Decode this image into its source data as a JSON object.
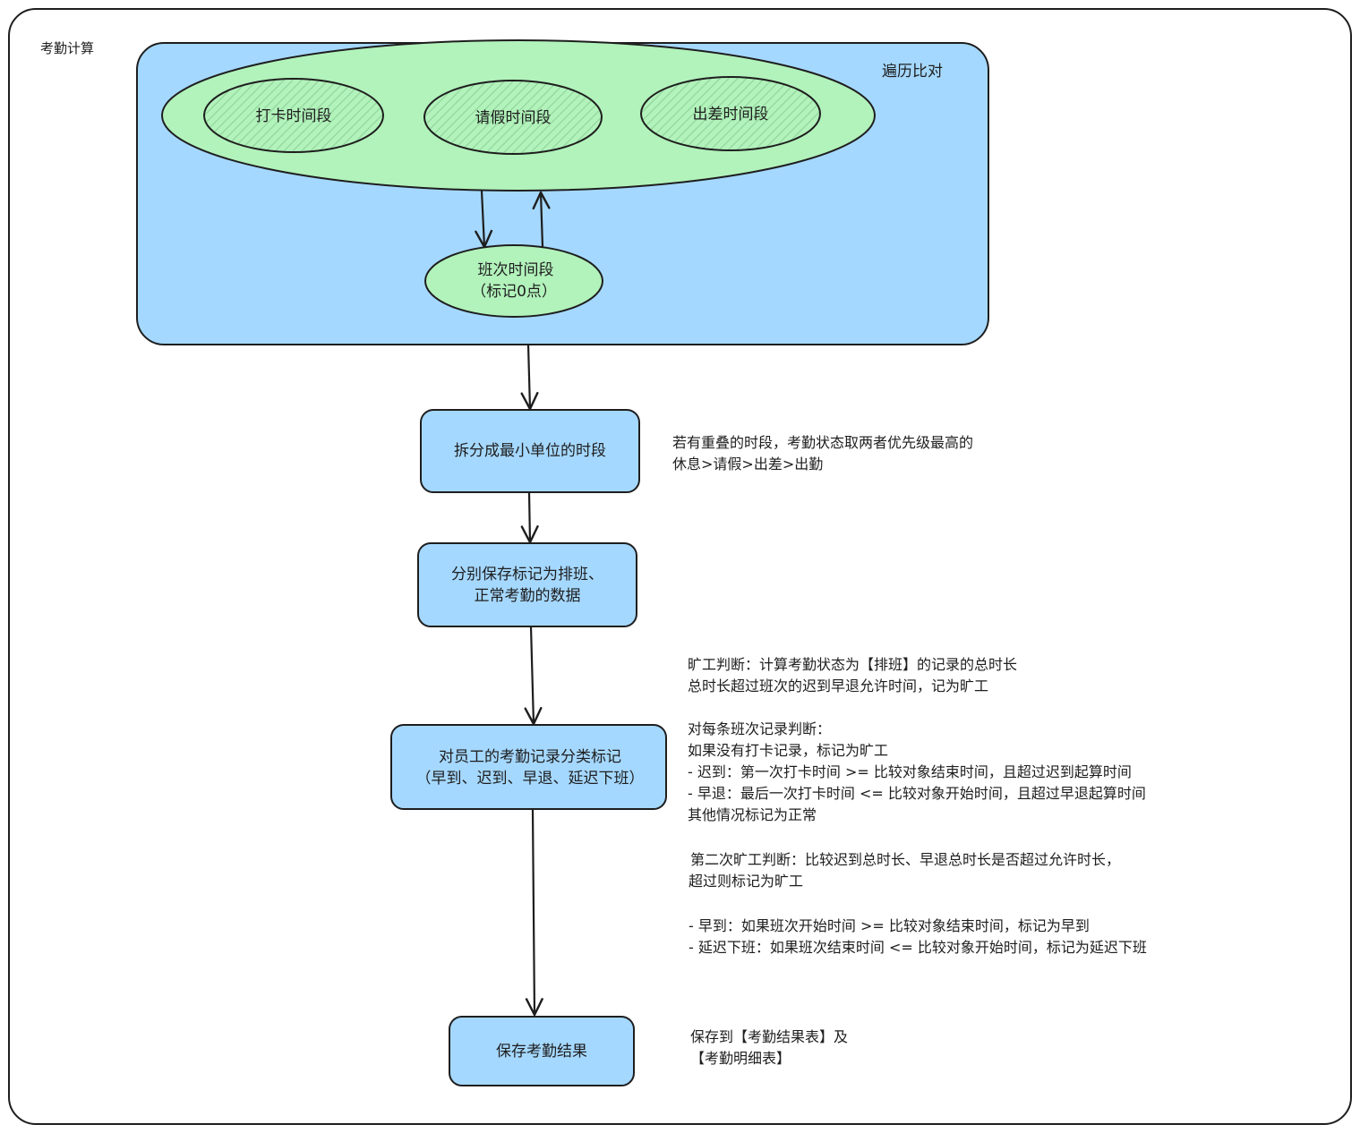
{
  "colors": {
    "stroke": "#1e1e1e",
    "blue_fill": "#a5d8ff",
    "green_fill": "#b2f2bb",
    "hatch": "#8fd39a",
    "background": "#ffffff"
  },
  "frame": {
    "title": "考勤计算"
  },
  "group": {
    "label": "遍历比对",
    "ellipses": {
      "punch": "打卡时间段",
      "leave": "请假时间段",
      "trip": "出差时间段"
    },
    "shift": {
      "line1": "班次时间段",
      "line2": "（标记0点）"
    }
  },
  "steps": {
    "split": "拆分成最小单位的时段",
    "save_marks": {
      "line1": "分别保存标记为排班、",
      "line2": "正常考勤的数据"
    },
    "classify": {
      "line1": "对员工的考勤记录分类标记",
      "line2": "（早到、迟到、早退、延迟下班）"
    },
    "save_result": "保存考勤结果"
  },
  "notes": {
    "overlap": [
      "若有重叠的时段，考勤状态取两者优先级最高的",
      "休息>请假>出差>出勤"
    ],
    "rules": [
      "旷工判断：计算考勤状态为【排班】的记录的总时长",
      "总时长超过班次的迟到早退允许时间，记为旷工",
      "",
      "对每条班次记录判断：",
      "如果没有打卡记录，标记为旷工",
      "- 迟到：第一次打卡时间 >= 比较对象结束时间，且超过迟到起算时间",
      "- 早退：最后一次打卡时间 <= 比较对象开始时间，且超过早退起算时间",
      "其他情况标记为正常",
      "",
      "第二次旷工判断：比较迟到总时长、早退总时长是否超过允许时长，",
      "超过则标记为旷工",
      "",
      "- 早到：如果班次开始时间 >= 比较对象结束时间，标记为早到",
      "- 延迟下班：如果班次结束时间 <= 比较对象开始时间，标记为延迟下班"
    ],
    "save": [
      "保存到【考勤结果表】及",
      "【考勤明细表】"
    ]
  }
}
